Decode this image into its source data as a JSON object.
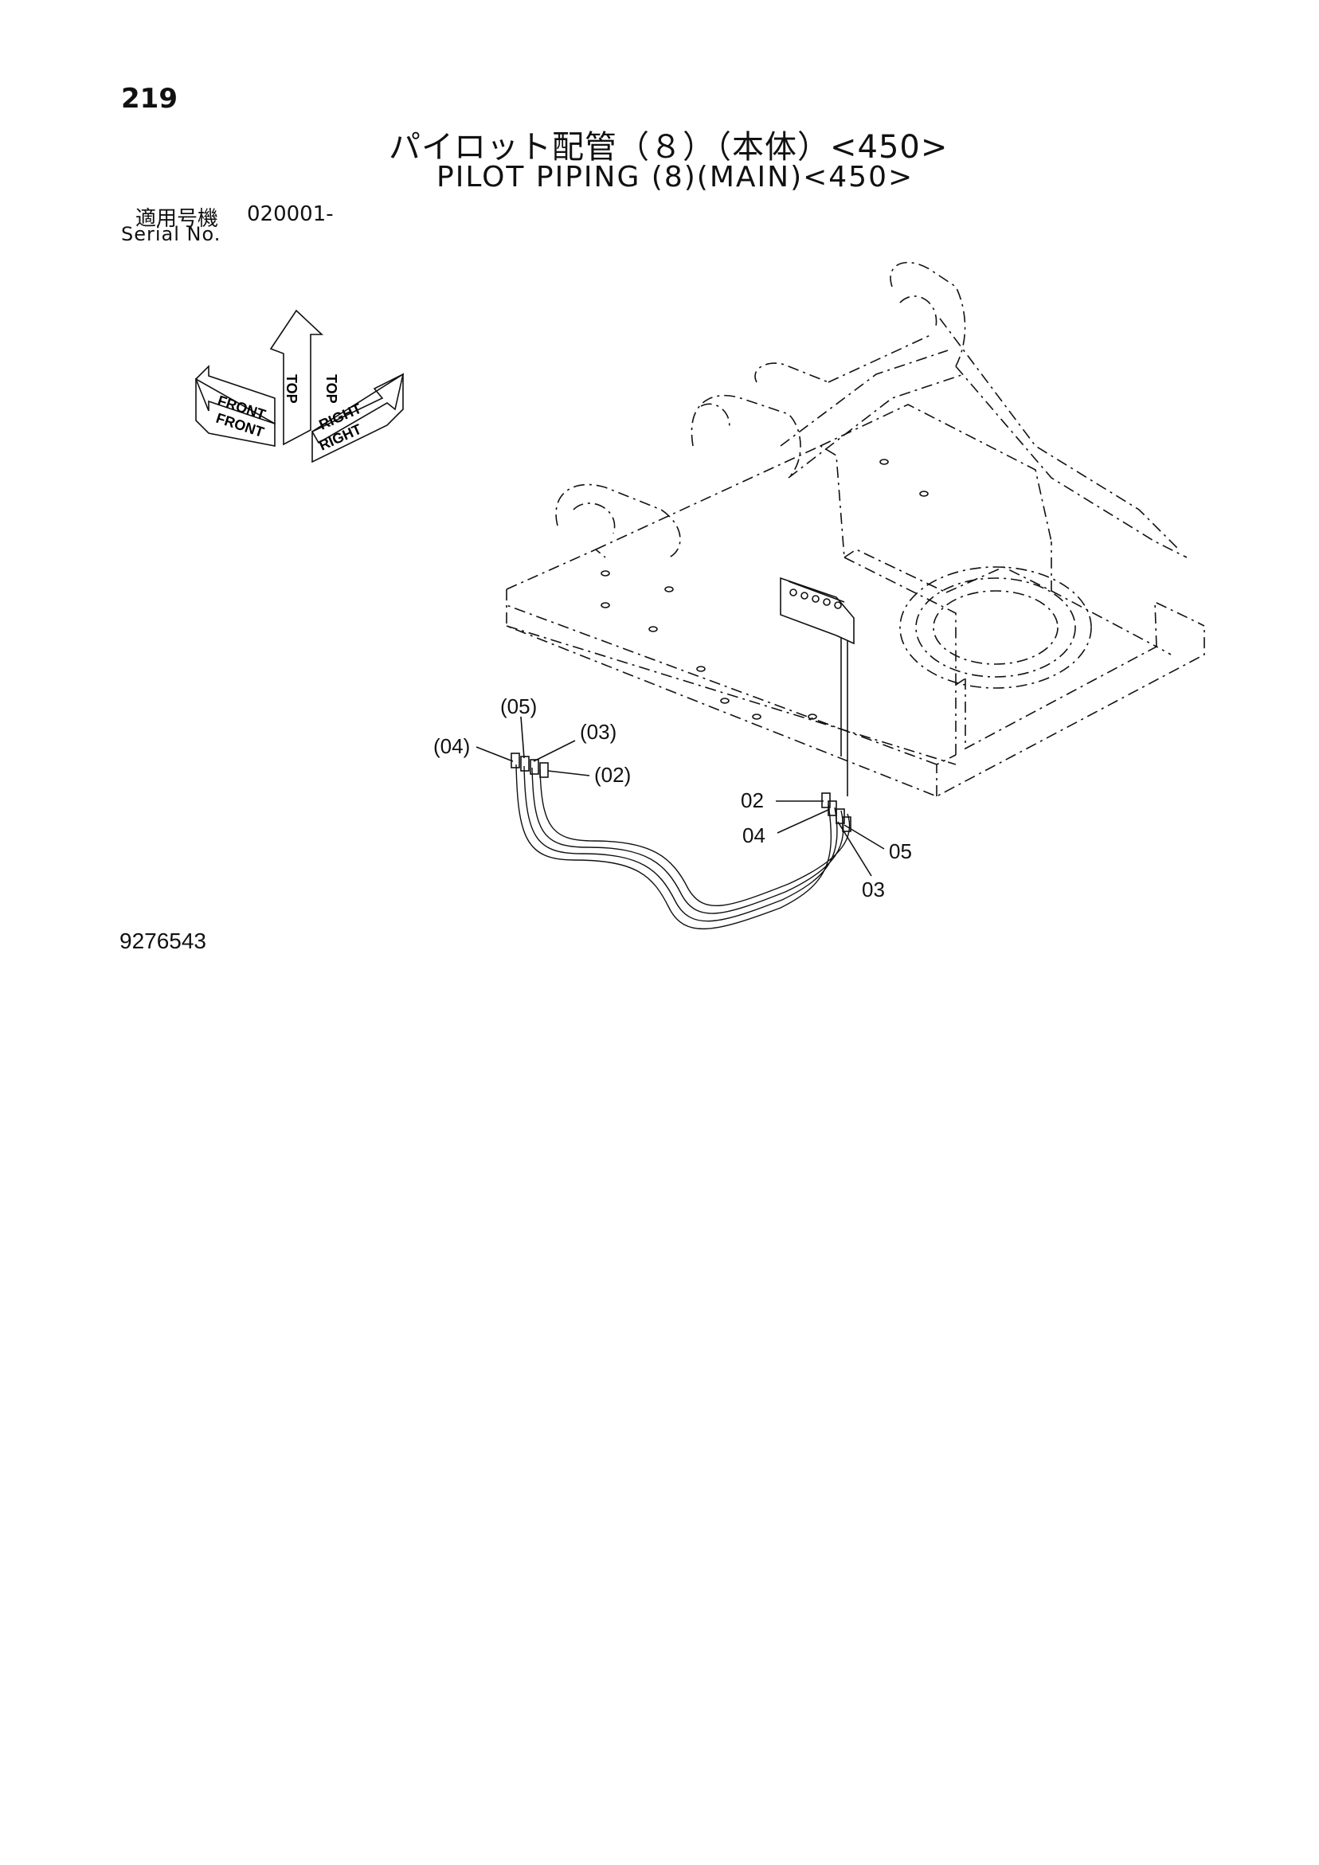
{
  "page_number": "219",
  "title_jp": "パイロット配管（８）（本体）<450>",
  "title_en": "PILOT PIPING (8)(MAIN)<450>",
  "serial": {
    "label_jp": "適用号機",
    "value": "020001-",
    "label_en": "Serial No."
  },
  "orientation": {
    "front": "FRONT",
    "top": "TOP",
    "right": "RIGHT"
  },
  "callouts": {
    "c05_paren": "(05)",
    "c03_paren": "(03)",
    "c04_paren": "(04)",
    "c02_paren": "(02)",
    "c02": "02",
    "c04": "04",
    "c05": "05",
    "c03": "03"
  },
  "drawing_number": "9276543"
}
